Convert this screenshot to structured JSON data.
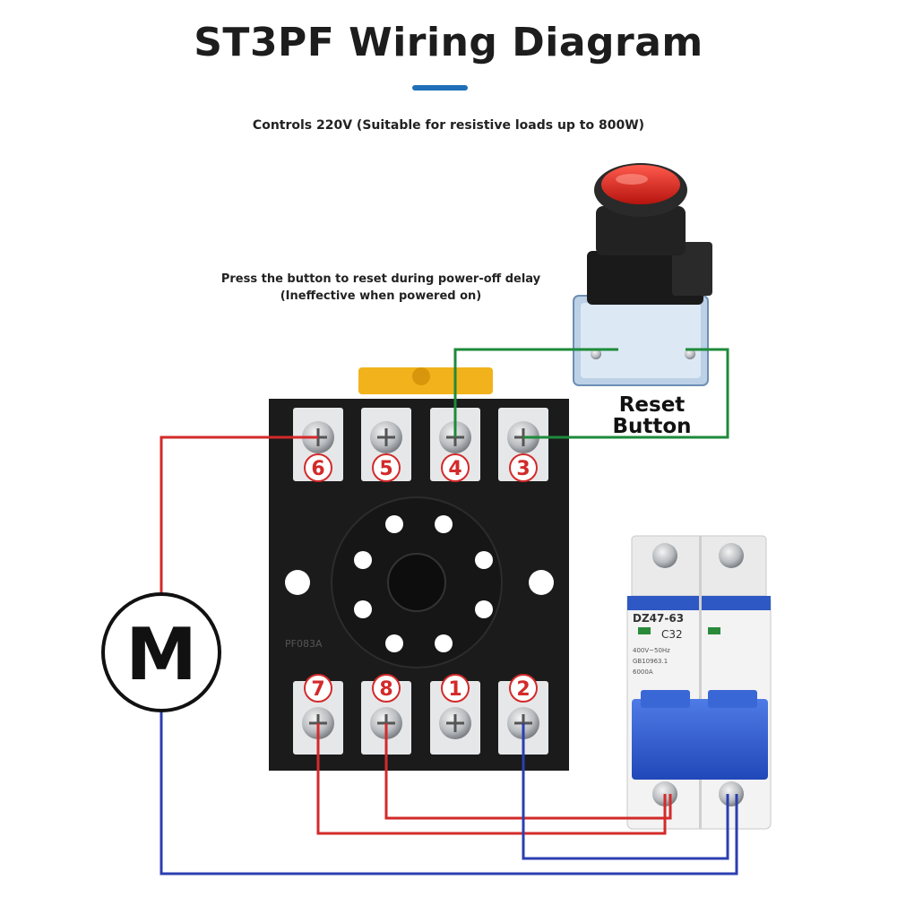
{
  "title": "ST3PF Wiring Diagram",
  "subtitle": "Controls 220V (Suitable for resistive loads up to 800W)",
  "note": {
    "line1": "Press the button to reset during power-off delay",
    "line2": "(Ineffective when powered on)"
  },
  "reset_button": {
    "line1": "Reset",
    "line2": "Button"
  },
  "motor_symbol": "M",
  "terminals_top": [
    "6",
    "5",
    "4",
    "3"
  ],
  "terminals_bottom": [
    "7",
    "8",
    "1",
    "2"
  ],
  "socket_model": "PF083A",
  "breaker": {
    "model": "DZ47-63",
    "rating": "C32",
    "spec_line1": "400V~50Hz",
    "spec_line2": "GB10963.1",
    "spec_line3": "6000A"
  },
  "colors": {
    "accent": "#1f6fb9",
    "wire_red": "#d32a2a",
    "wire_blue": "#2b3fb0",
    "wire_green": "#1e8a3a",
    "socket_body": "#1b1b1b",
    "breaker_handle": "#2f5fd0"
  }
}
